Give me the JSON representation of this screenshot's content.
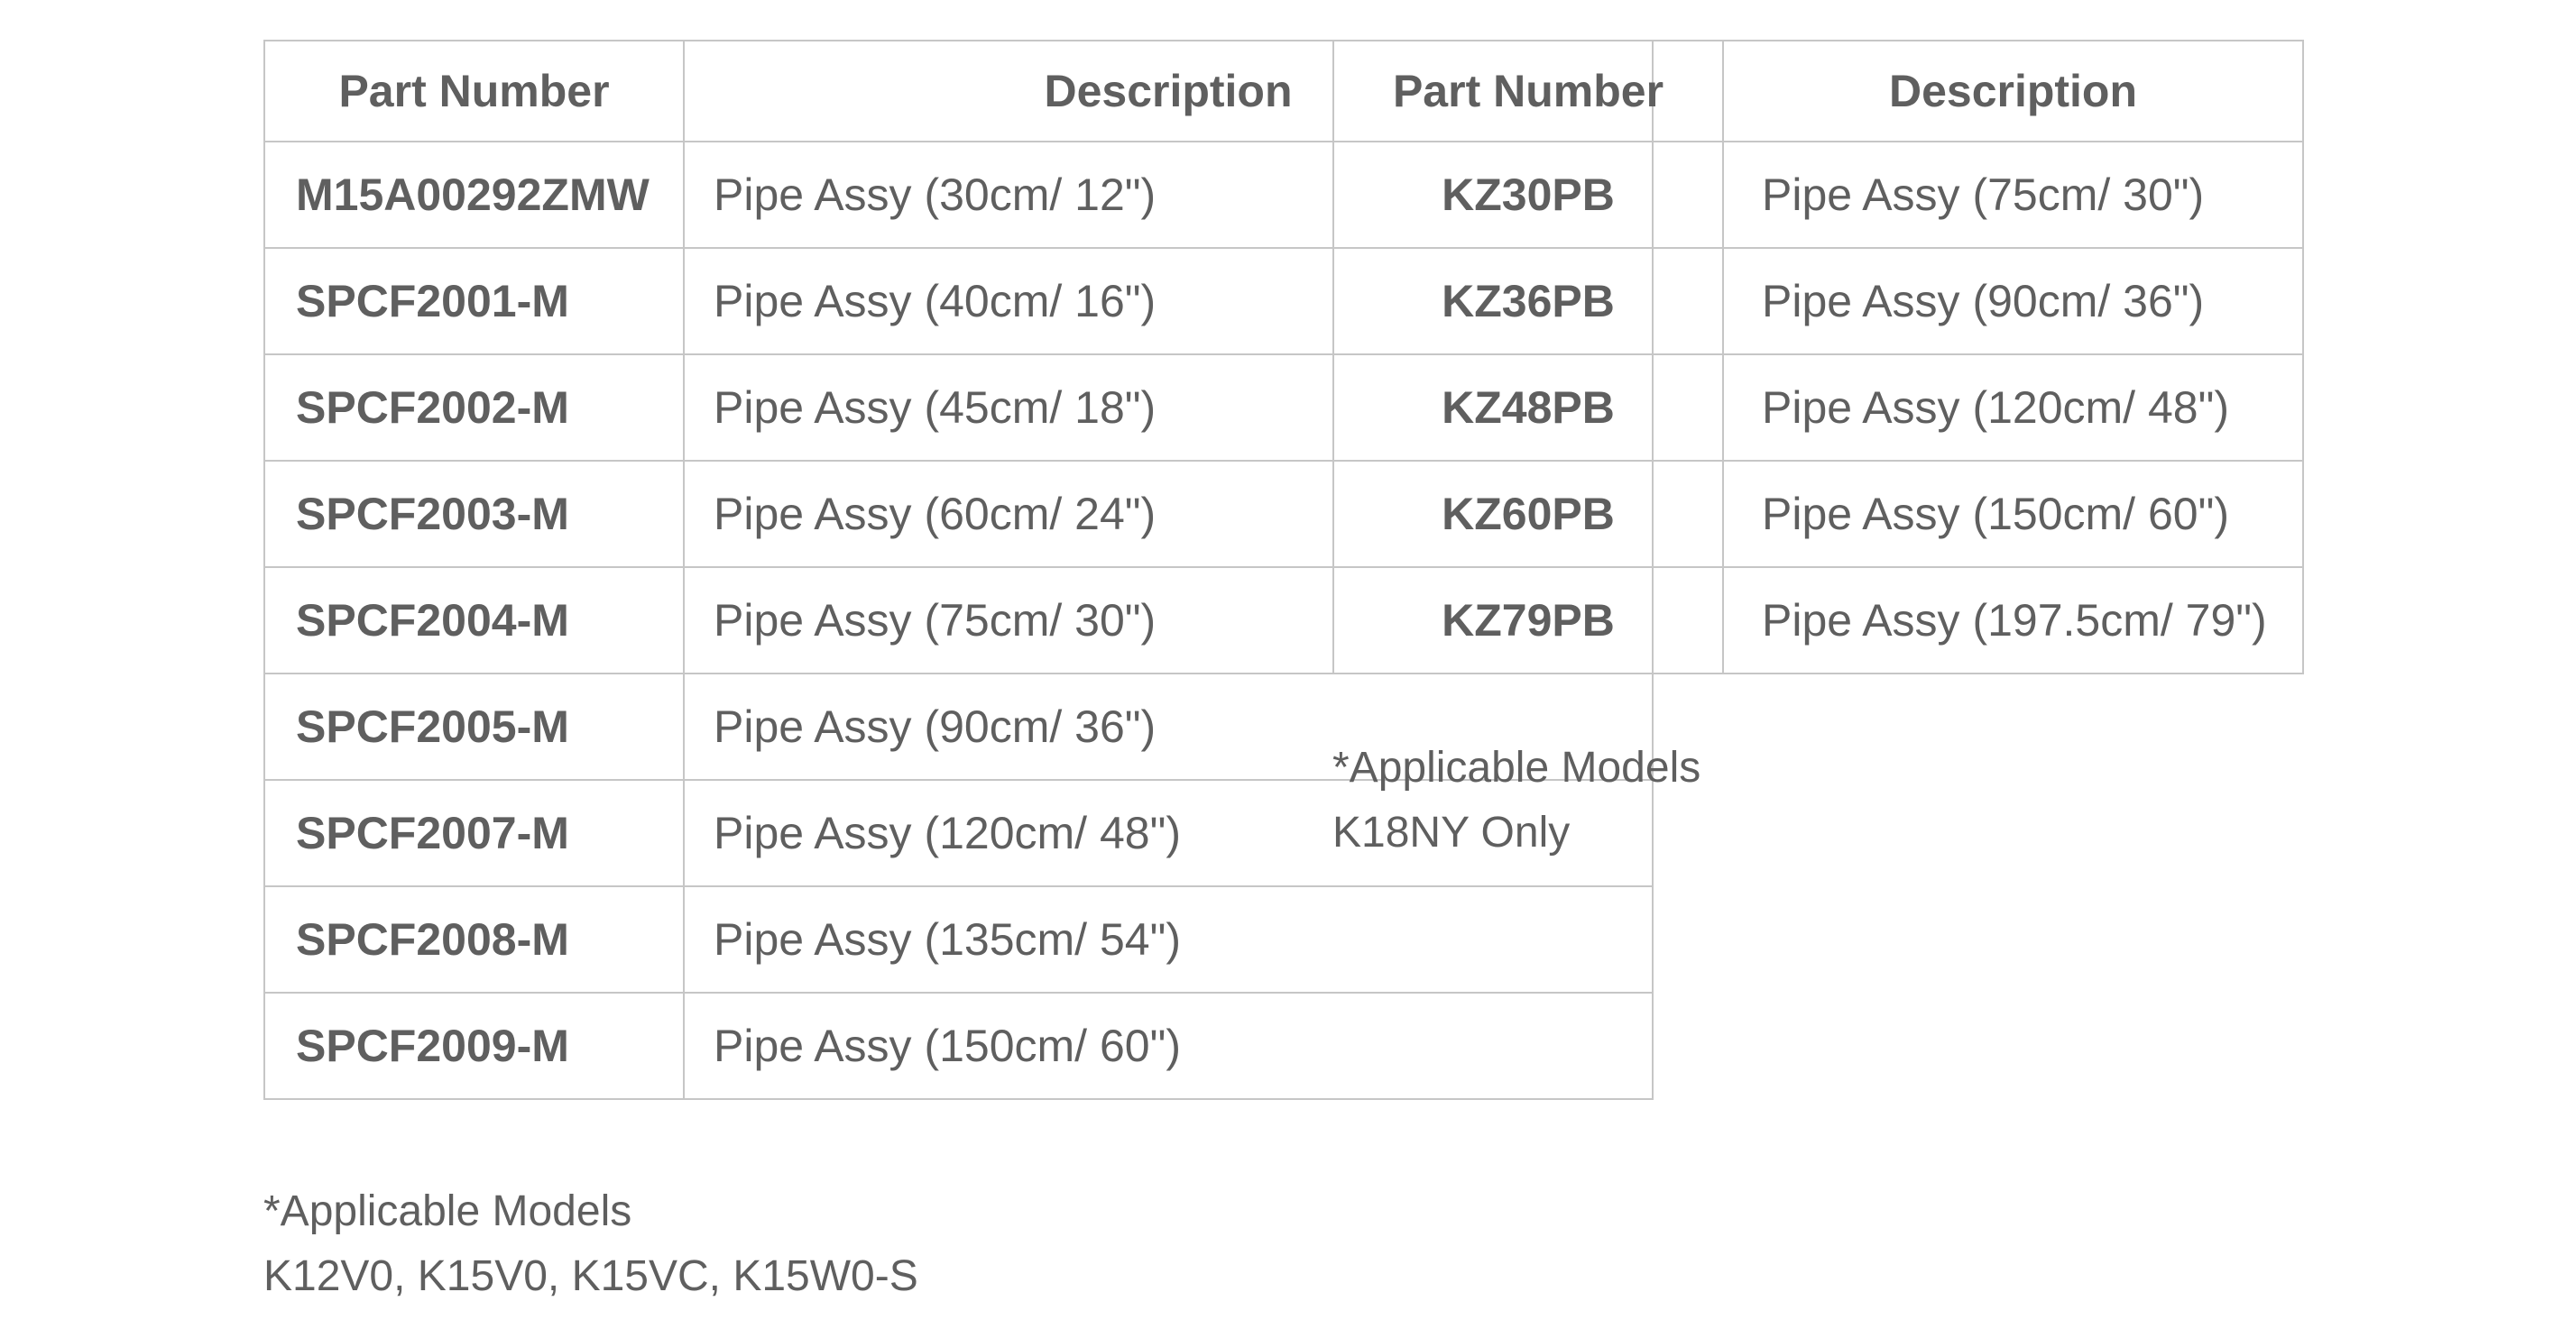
{
  "left_table": {
    "headers": [
      "Part Number",
      "Description"
    ],
    "rows": [
      [
        "M15A00292ZMW",
        "Pipe Assy (30cm/ 12\")"
      ],
      [
        "SPCF2001-M",
        "Pipe Assy (40cm/ 16\")"
      ],
      [
        "SPCF2002-M",
        "Pipe Assy (45cm/ 18\")"
      ],
      [
        "SPCF2003-M",
        "Pipe Assy (60cm/ 24\")"
      ],
      [
        "SPCF2004-M",
        "Pipe Assy (75cm/ 30\")"
      ],
      [
        "SPCF2005-M",
        "Pipe Assy (90cm/ 36\")"
      ],
      [
        "SPCF2007-M",
        "Pipe Assy (120cm/ 48\")"
      ],
      [
        "SPCF2008-M",
        "Pipe Assy (135cm/ 54\")"
      ],
      [
        "SPCF2009-M",
        "Pipe Assy (150cm/ 60\")"
      ]
    ],
    "note_title": "*Applicable Models",
    "note_models": "K12V0, K15V0, K15VC, K15W0-S"
  },
  "right_table": {
    "headers": [
      "Part Number",
      "Description"
    ],
    "rows": [
      [
        "KZ30PB",
        "Pipe Assy (75cm/ 30\")"
      ],
      [
        "KZ36PB",
        "Pipe Assy (90cm/ 36\")"
      ],
      [
        "KZ48PB",
        "Pipe Assy (120cm/ 48\")"
      ],
      [
        "KZ60PB",
        "Pipe Assy (150cm/ 60\")"
      ],
      [
        "KZ79PB",
        "Pipe Assy (197.5cm/ 79\")"
      ]
    ],
    "note_title": "*Applicable Models",
    "note_models": "K18NY Only"
  }
}
